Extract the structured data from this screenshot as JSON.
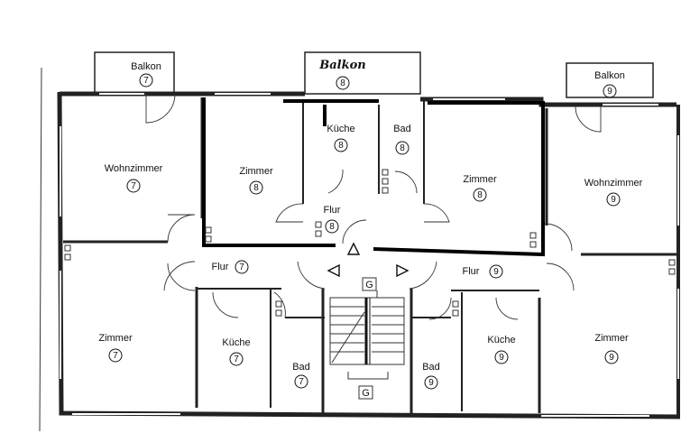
{
  "rooms": [
    {
      "key": "balkon_7",
      "label": "Balkon",
      "number": "7"
    },
    {
      "key": "balkon_8",
      "label": "Balkon",
      "number": "8"
    },
    {
      "key": "balkon_9",
      "label": "Balkon",
      "number": "9"
    },
    {
      "key": "wohnzimmer_7",
      "label": "Wohnzimmer",
      "number": "7"
    },
    {
      "key": "zimmer_8a",
      "label": "Zimmer",
      "number": "8"
    },
    {
      "key": "kueche_8",
      "label": "Küche",
      "number": "8"
    },
    {
      "key": "bad_8",
      "label": "Bad",
      "number": "8"
    },
    {
      "key": "zimmer_8b",
      "label": "Zimmer",
      "number": "8"
    },
    {
      "key": "wohnzimmer_9",
      "label": "Wohnzimmer",
      "number": "9"
    },
    {
      "key": "flur_8",
      "label": "Flur",
      "number": "8"
    },
    {
      "key": "flur_7",
      "label": "Flur",
      "number": "7"
    },
    {
      "key": "flur_9",
      "label": "Flur",
      "number": "9"
    },
    {
      "key": "zimmer_7",
      "label": "Zimmer",
      "number": "7"
    },
    {
      "key": "kueche_7",
      "label": "Küche",
      "number": "7"
    },
    {
      "key": "bad_7",
      "label": "Bad",
      "number": "7"
    },
    {
      "key": "bad_9",
      "label": "Bad",
      "number": "9"
    },
    {
      "key": "kueche_9",
      "label": "Küche",
      "number": "9"
    },
    {
      "key": "zimmer_9",
      "label": "Zimmer",
      "number": "9"
    }
  ],
  "stair_marks": [
    "G",
    "G"
  ]
}
